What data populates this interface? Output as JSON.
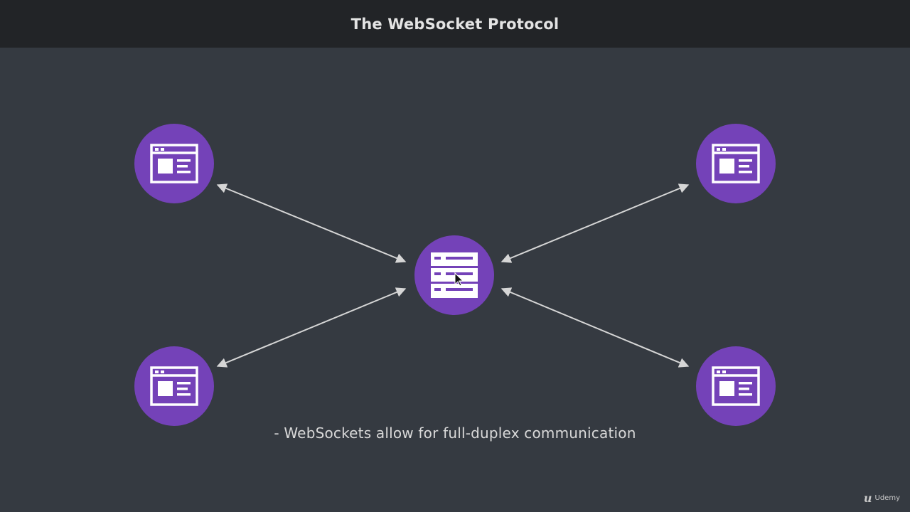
{
  "header": {
    "title": "The WebSocket Protocol"
  },
  "diagram": {
    "server": {
      "icon": "server-icon"
    },
    "clients": [
      {
        "id": "top-left",
        "icon": "browser-window-icon"
      },
      {
        "id": "top-right",
        "icon": "browser-window-icon"
      },
      {
        "id": "bottom-left",
        "icon": "browser-window-icon"
      },
      {
        "id": "bottom-right",
        "icon": "browser-window-icon"
      }
    ],
    "connection_style": "bidirectional-arrow"
  },
  "caption": "- WebSockets allow for full-duplex communication",
  "branding": {
    "mark": "u",
    "name": "Udemy"
  },
  "colors": {
    "background": "#353a41",
    "header": "#222427",
    "node": "#7442b8",
    "arrow": "#d6d6d6",
    "icon": "#ffffff"
  }
}
